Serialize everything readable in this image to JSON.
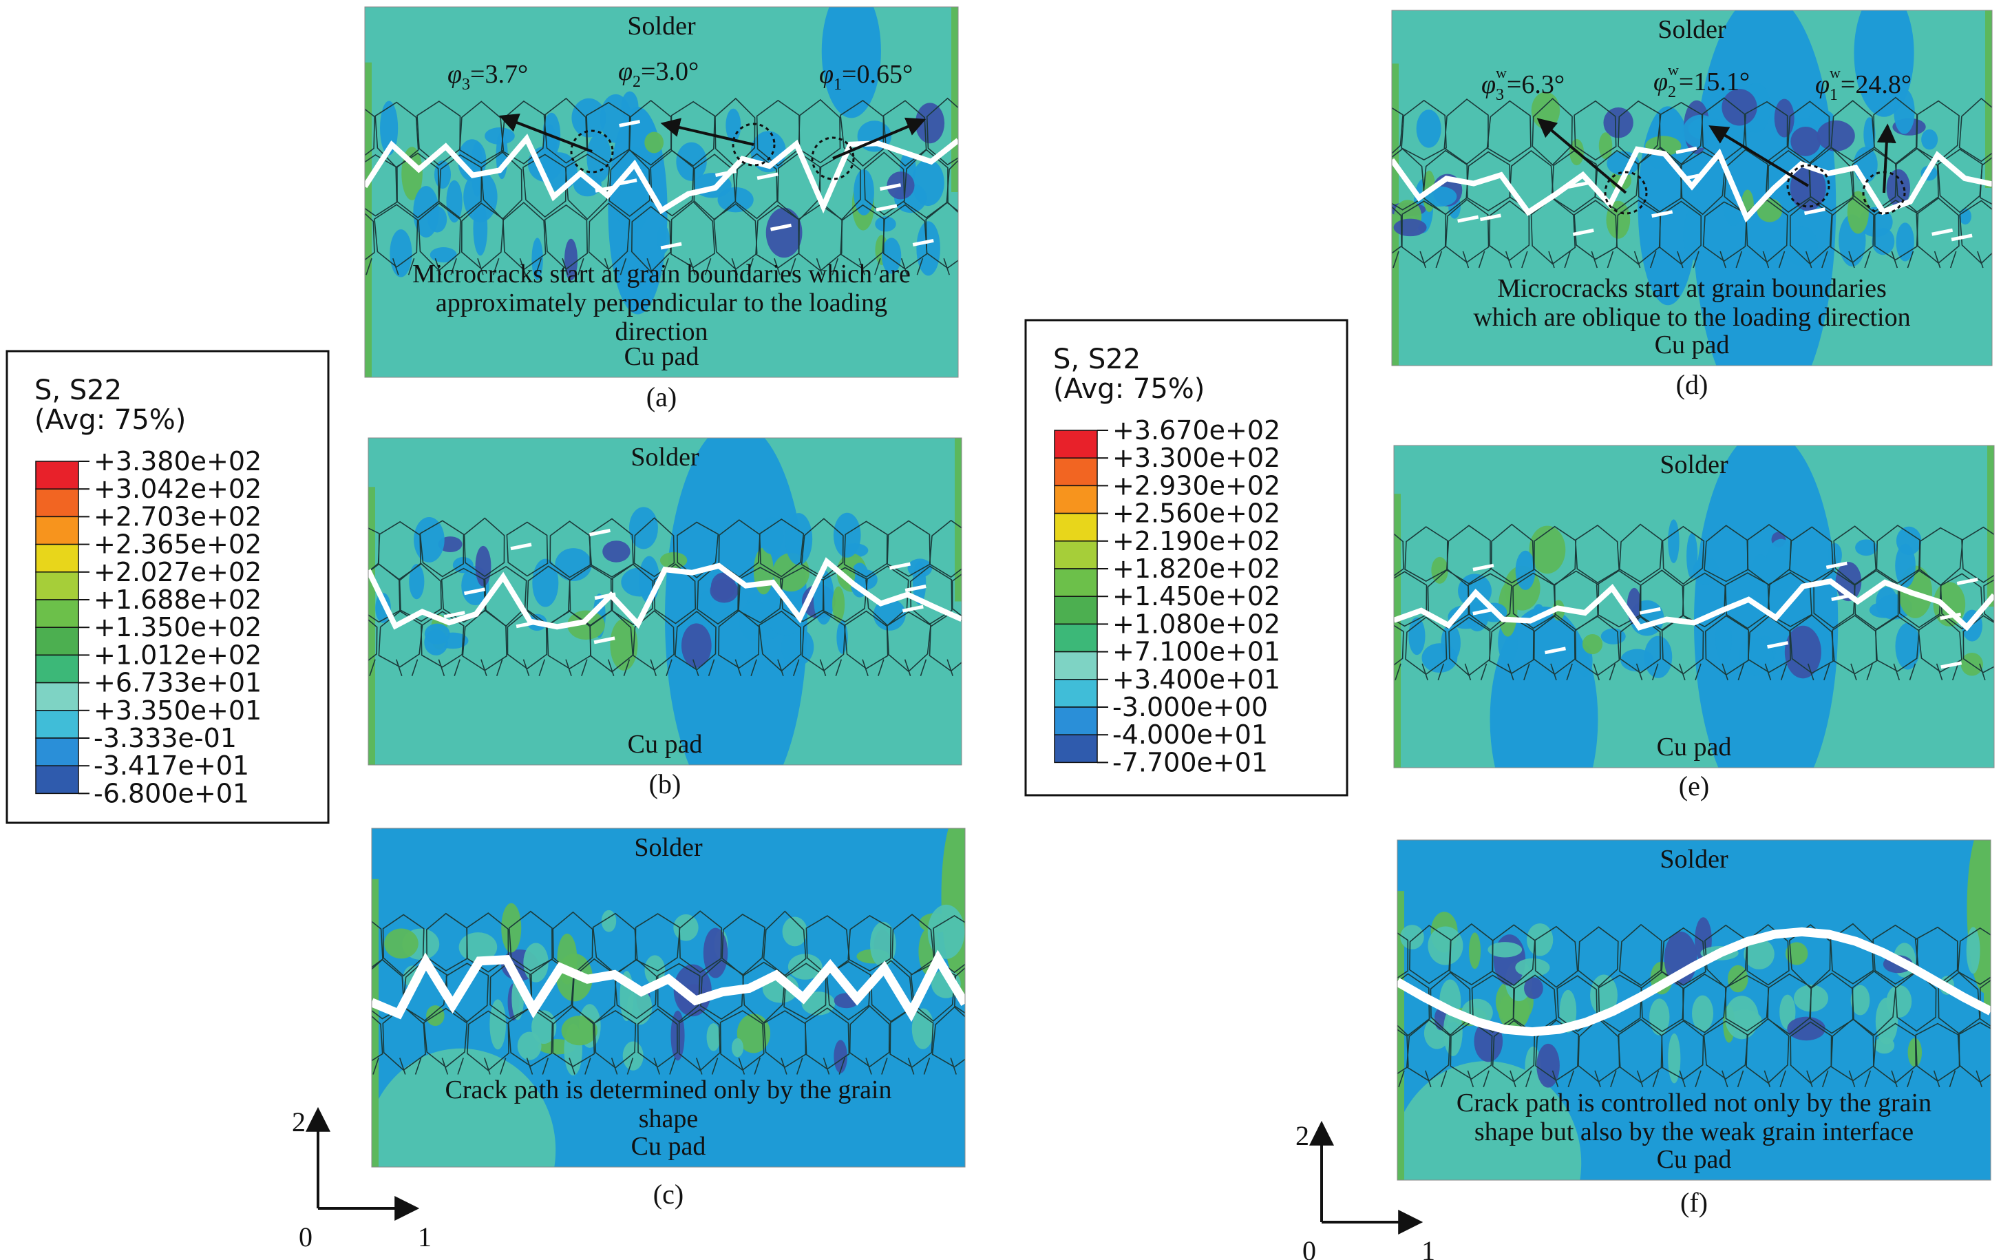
{
  "legends": [
    {
      "title": "S, S22",
      "subtitle": "(Avg: 75%)",
      "values": [
        "+3.380e+02",
        "+3.042e+02",
        "+2.703e+02",
        "+2.365e+02",
        "+2.027e+02",
        "+1.688e+02",
        "+1.350e+02",
        "+1.012e+02",
        "+6.733e+01",
        "+3.350e+01",
        "-3.333e-01",
        "-3.417e+01",
        "-6.800e+01"
      ]
    },
    {
      "title": "S, S22",
      "subtitle": "(Avg: 75%)",
      "values": [
        "+3.670e+02",
        "+3.300e+02",
        "+2.930e+02",
        "+2.560e+02",
        "+2.190e+02",
        "+1.820e+02",
        "+1.450e+02",
        "+1.080e+02",
        "+7.100e+01",
        "+3.400e+01",
        "-3.000e+00",
        "-4.000e+01",
        "-7.700e+01"
      ]
    }
  ],
  "legend_colors": [
    "#e8212a",
    "#f26522",
    "#f7941d",
    "#e8d61b",
    "#a6ce39",
    "#6cc04a",
    "#4caf50",
    "#3cb878",
    "#7ed3c4",
    "#40bdd8",
    "#2a8fd8",
    "#2f5bad",
    "#2b3f94"
  ],
  "field_colors": {
    "teal": "#4fc1b0",
    "blue": "#1e9bd6",
    "green": "#5cb85c",
    "deep": "#3a54a8"
  },
  "panels": [
    {
      "id": "a",
      "label": "(a)",
      "top": "Solder",
      "bottom": "Cu pad",
      "note": [
        "Microcracks start at grain boundaries which are",
        "approximately perpendicular to the loading",
        "direction"
      ],
      "angles": [
        {
          "sym": "φ",
          "sub": "3",
          "sup": "",
          "val": "=3.7°"
        },
        {
          "sym": "φ",
          "sub": "2",
          "sup": "",
          "val": "=3.0°"
        },
        {
          "sym": "φ",
          "sub": "1",
          "sup": "",
          "val": "=0.65°"
        }
      ]
    },
    {
      "id": "b",
      "label": "(b)",
      "top": "Solder",
      "bottom": "Cu pad",
      "note": [],
      "angles": []
    },
    {
      "id": "c",
      "label": "(c)",
      "top": "Solder",
      "bottom": "Cu pad",
      "note": [
        "Crack path is determined only by the grain",
        "shape"
      ],
      "angles": []
    },
    {
      "id": "d",
      "label": "(d)",
      "top": "Solder",
      "bottom": "Cu pad",
      "note": [
        "Microcracks start at grain boundaries",
        "which are oblique to the loading direction"
      ],
      "angles": [
        {
          "sym": "φ",
          "sub": "3",
          "sup": "w",
          "val": "=6.3°"
        },
        {
          "sym": "φ",
          "sub": "2",
          "sup": "w",
          "val": "=15.1°"
        },
        {
          "sym": "φ",
          "sub": "1",
          "sup": "w",
          "val": "=24.8°"
        }
      ]
    },
    {
      "id": "e",
      "label": "(e)",
      "top": "Solder",
      "bottom": "Cu pad",
      "note": [],
      "angles": []
    },
    {
      "id": "f",
      "label": "(f)",
      "top": "Solder",
      "bottom": "Cu pad",
      "note": [
        "Crack path is controlled not only by the grain",
        "shape but also by the weak grain interface"
      ],
      "angles": []
    }
  ],
  "axes": [
    {
      "origin": "0",
      "x": "1",
      "y": "2"
    },
    {
      "origin": "0",
      "x": "1",
      "y": "2"
    }
  ]
}
